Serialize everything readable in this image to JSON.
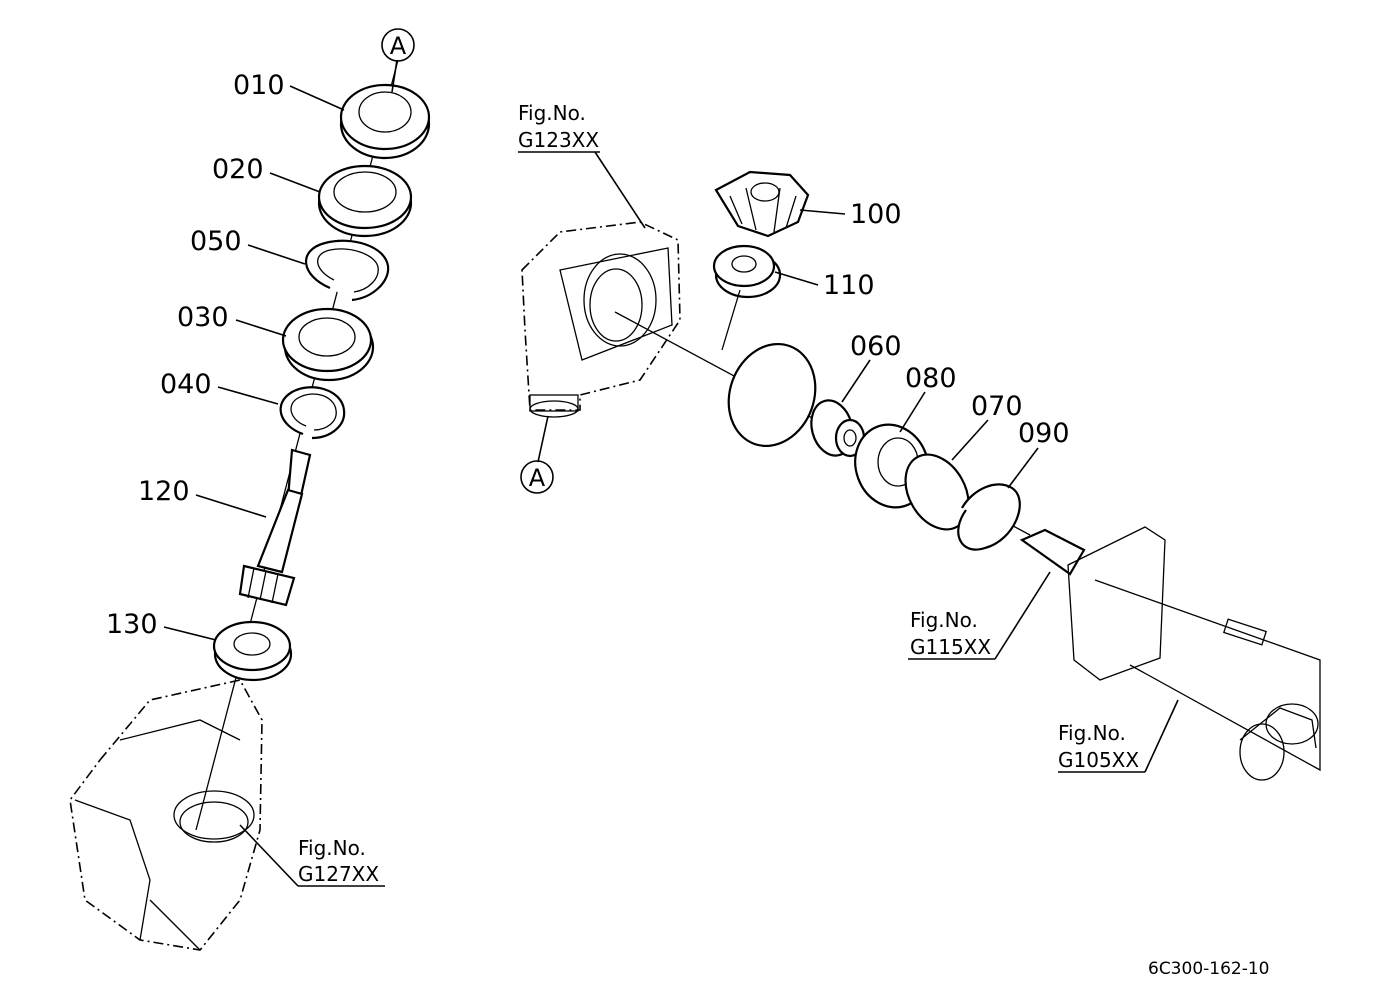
{
  "parts": [
    {
      "no": "010"
    },
    {
      "no": "020"
    },
    {
      "no": "050"
    },
    {
      "no": "030"
    },
    {
      "no": "040"
    },
    {
      "no": "120"
    },
    {
      "no": "130"
    },
    {
      "no": "100"
    },
    {
      "no": "110"
    },
    {
      "no": "060"
    },
    {
      "no": "080"
    },
    {
      "no": "070"
    },
    {
      "no": "090"
    }
  ],
  "figure_refs": [
    {
      "label": "Fig.No.",
      "code": "G123XX"
    },
    {
      "label": "Fig.No.",
      "code": "G127XX"
    },
    {
      "label": "Fig.No.",
      "code": "G115XX"
    },
    {
      "label": "Fig.No.",
      "code": "G105XX"
    }
  ],
  "connection_marks": [
    "A",
    "A"
  ],
  "drawing_code": "6C300-162-10"
}
